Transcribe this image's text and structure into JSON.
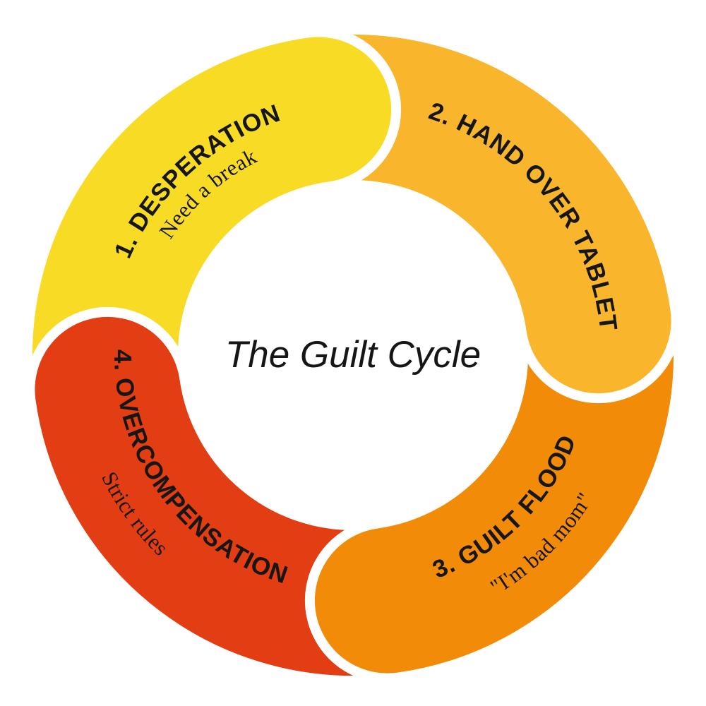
{
  "diagram": {
    "title": "The Guilt Cycle",
    "type": "cycle",
    "direction": "clockwise",
    "background_color": "#ffffff",
    "text_color": "#161616",
    "steps": [
      {
        "order": 1,
        "label": "1. DESPERATION",
        "sublabel": "Need a break",
        "color": "#F7DB25",
        "position": "top-left"
      },
      {
        "order": 2,
        "label": "2. HAND OVER TABLET",
        "sublabel": "",
        "color": "#F9B52B",
        "position": "top-right"
      },
      {
        "order": 3,
        "label": "3. GUILT FLOOD",
        "sublabel": "\"I'm bad mom\"",
        "color": "#F28B07",
        "position": "bottom-right"
      },
      {
        "order": 4,
        "label": "4. OVERCOMPENSATION",
        "sublabel": "Strict rules",
        "color": "#E23D13",
        "position": "bottom-left"
      }
    ]
  }
}
